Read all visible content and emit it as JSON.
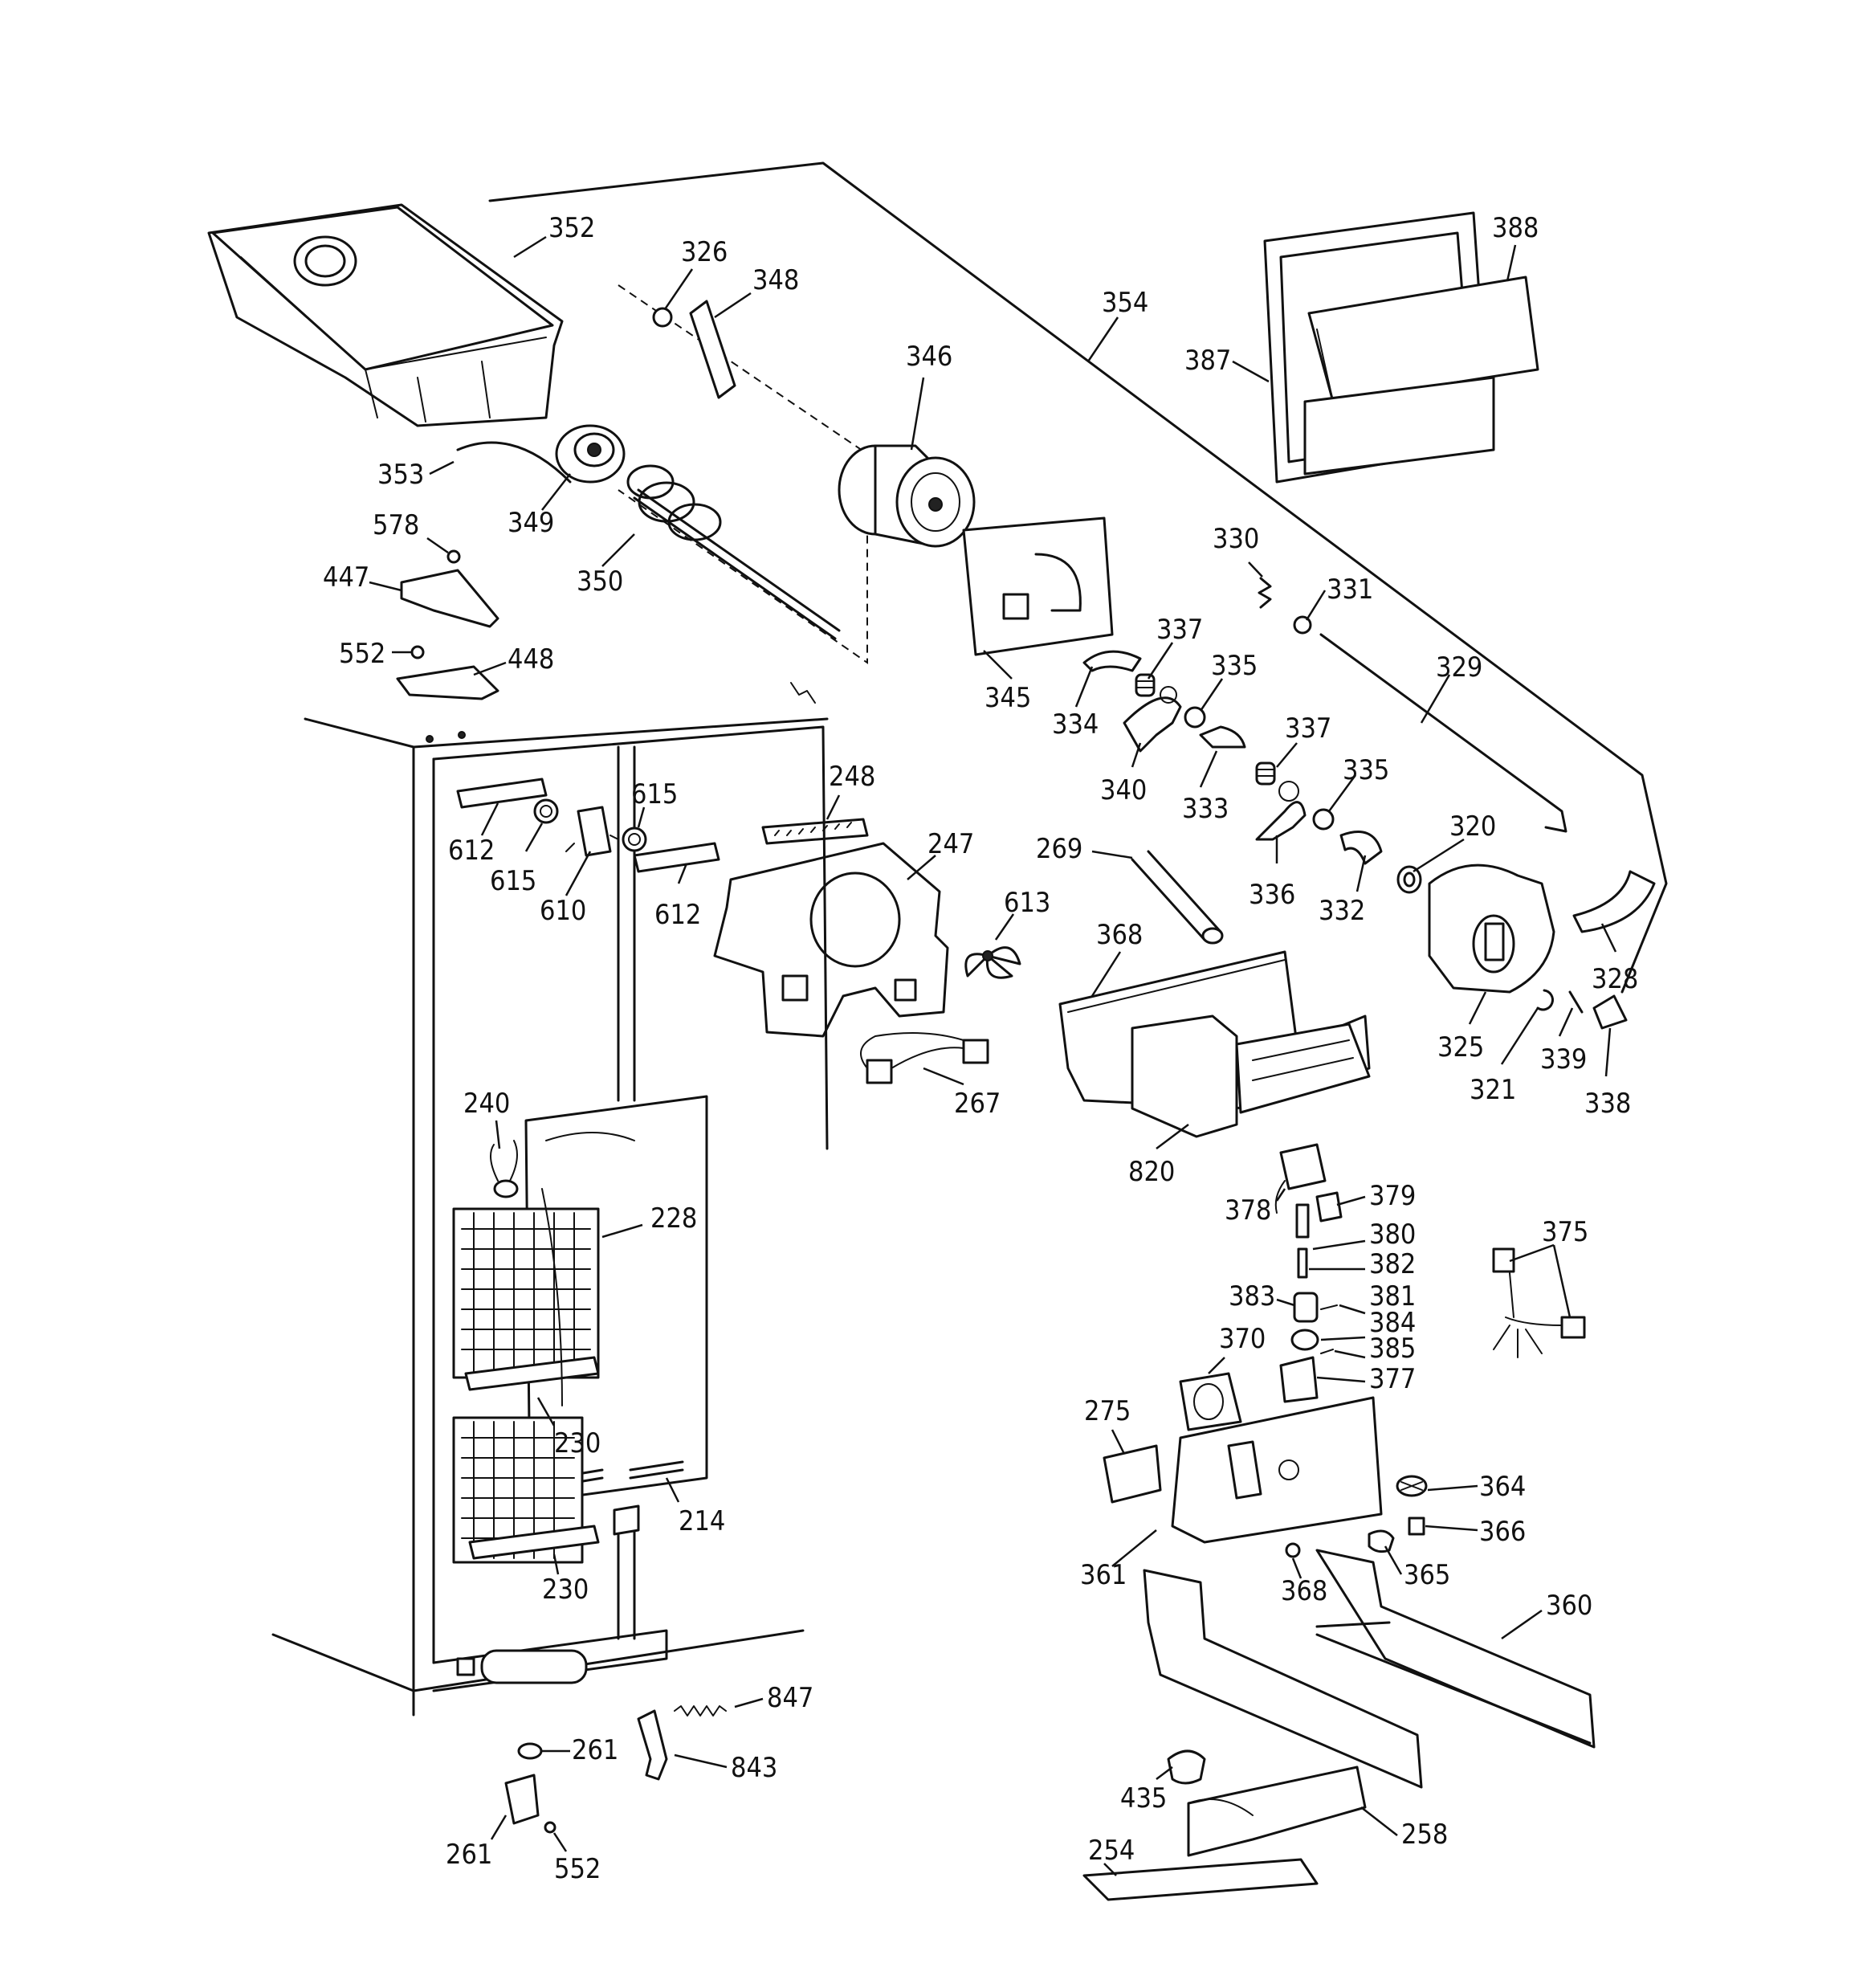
{
  "diagram": {
    "labels": {
      "p352": "352",
      "p326": "326",
      "p348": "348",
      "p346": "346",
      "p354": "354",
      "p388": "388",
      "p387": "387",
      "p353": "353",
      "p349": "349",
      "p578": "578",
      "p350": "350",
      "p447": "447",
      "p330": "330",
      "p331": "331",
      "p552a": "552",
      "p448": "448",
      "p337a": "337",
      "p345": "345",
      "p335a": "335",
      "p329": "329",
      "p334": "334",
      "p340": "340",
      "p333": "333",
      "p337b": "337",
      "p335b": "335",
      "p248": "248",
      "p615a": "615",
      "p247": "247",
      "p269": "269",
      "p612a": "612",
      "p615b": "615",
      "p320": "320",
      "p610": "610",
      "p612b": "612",
      "p336": "336",
      "p332": "332",
      "p613": "613",
      "p368a": "368",
      "p328": "328",
      "p325": "325",
      "p339": "339",
      "p321": "321",
      "p338": "338",
      "p267": "267",
      "p240": "240",
      "p820": "820",
      "p379": "379",
      "p378": "378",
      "p228": "228",
      "p375": "375",
      "p380": "380",
      "p382": "382",
      "p383": "383",
      "p381": "381",
      "p384": "384",
      "p385": "385",
      "p370": "370",
      "p377": "377",
      "p275": "275",
      "p230a": "230",
      "p364": "364",
      "p214": "214",
      "p366": "366",
      "p361": "361",
      "p365": "365",
      "p230b": "230",
      "p368b": "368",
      "p360": "360",
      "p847": "847",
      "p261a": "261",
      "p843": "843",
      "p435": "435",
      "p258": "258",
      "p261b": "261",
      "p552b": "552",
      "p254": "254"
    }
  }
}
